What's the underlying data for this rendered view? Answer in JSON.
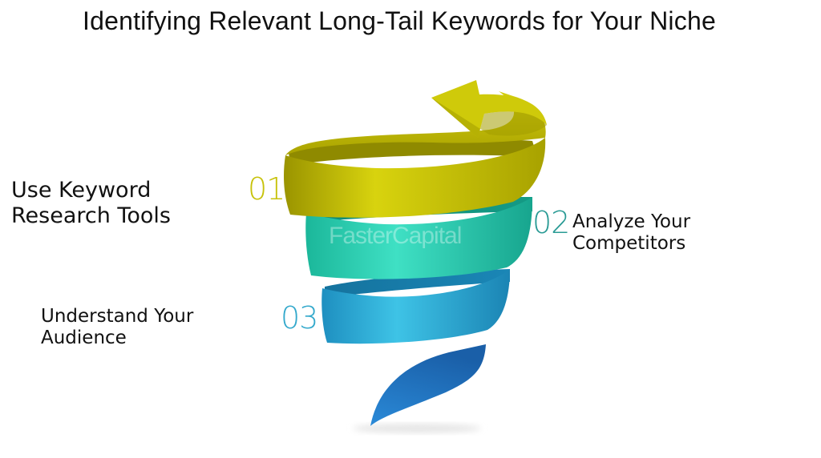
{
  "title": "Identifying Relevant Long-Tail Keywords for Your Niche",
  "watermark": "FasterCapital",
  "steps": [
    {
      "number": "01",
      "line1": "Use Keyword",
      "line2": "Research Tools",
      "color": "#c7c20a"
    },
    {
      "number": "02",
      "line1": "Analyze Your",
      "line2": "Competitors",
      "color": "#2a9b95"
    },
    {
      "number": "03",
      "line1": "Understand Your",
      "line2": "Audience",
      "color": "#34a9cc"
    }
  ]
}
